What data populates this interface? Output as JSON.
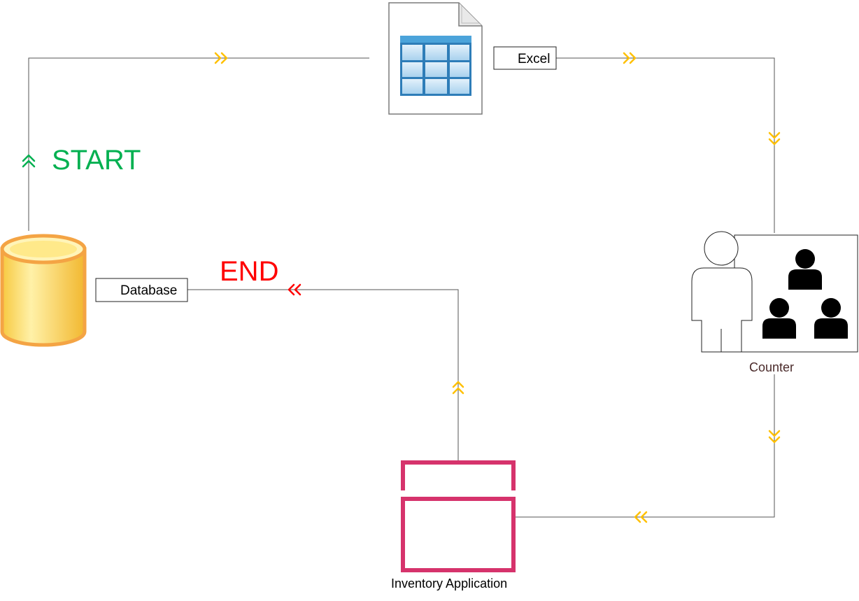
{
  "labels": {
    "start": "START",
    "end": "END",
    "excel": "Excel",
    "database": "Database",
    "counter": "Counter",
    "inventory_app": "Inventory Application"
  },
  "colors": {
    "line": "#555555",
    "arrow": "#FFC000",
    "start": "#00B050",
    "end": "#FF0000",
    "database_fill": "#FFE066",
    "database_stroke": "#F4A444",
    "app_frame": "#D6336C",
    "spreadsheet": "#3A8FC8",
    "counter_text": "#4A2A2A"
  },
  "icons": {
    "excel": "spreadsheet-document-icon",
    "database": "database-cylinder-icon",
    "counter": "user-group-icon",
    "inventory_app": "application-window-icon"
  }
}
